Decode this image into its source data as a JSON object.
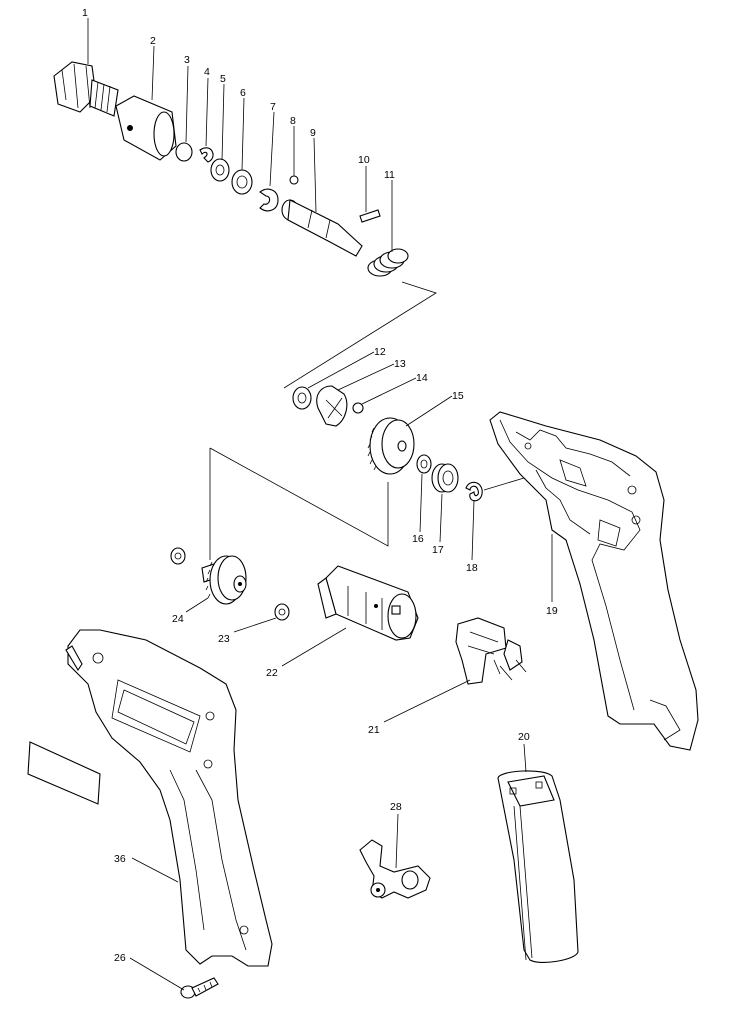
{
  "callouts": {
    "c1": "1",
    "c2": "2",
    "c3": "3",
    "c4": "4",
    "c5": "5",
    "c6": "6",
    "c7": "7",
    "c8": "8",
    "c9": "9",
    "c10": "10",
    "c11": "11",
    "c12": "12",
    "c13": "13",
    "c14": "14",
    "c15": "15",
    "c16": "16",
    "c17": "17",
    "c18": "18",
    "c19": "19",
    "c20": "20",
    "c21": "21",
    "c22": "22",
    "c23": "23",
    "c24": "24",
    "c26": "26",
    "c28": "28",
    "c36": "36"
  }
}
